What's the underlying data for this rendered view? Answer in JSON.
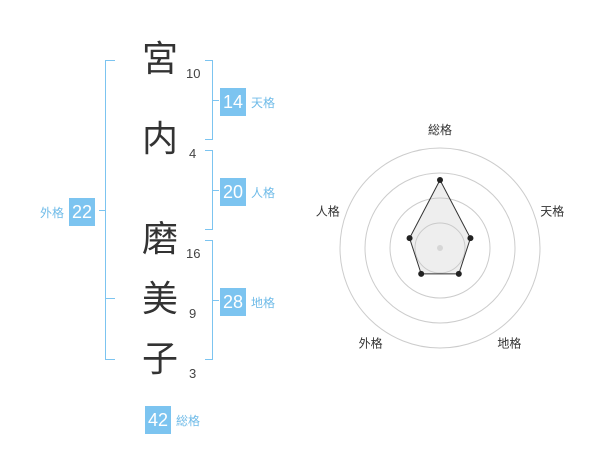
{
  "name_chars": [
    {
      "char": "宮",
      "strokes": "10"
    },
    {
      "char": "内",
      "strokes": "4"
    },
    {
      "char": "磨",
      "strokes": "16"
    },
    {
      "char": "美",
      "strokes": "9"
    },
    {
      "char": "子",
      "strokes": "3"
    }
  ],
  "kakusu": {
    "tenkaku": {
      "value": "14",
      "label": "天格"
    },
    "jinkaku": {
      "value": "20",
      "label": "人格"
    },
    "chikaku": {
      "value": "28",
      "label": "地格"
    },
    "gaikaku": {
      "value": "22",
      "label": "外格"
    },
    "soukaku": {
      "value": "42",
      "label": "総格"
    }
  },
  "colors": {
    "accent": "#7cc4f0",
    "text": "#333333"
  },
  "chart_data": {
    "type": "radar",
    "axes": [
      "総格",
      "天格",
      "地格",
      "外格",
      "人格"
    ],
    "values": [
      3.4,
      1.6,
      1.6,
      1.6,
      1.6
    ],
    "rings": 4,
    "max": 5
  }
}
